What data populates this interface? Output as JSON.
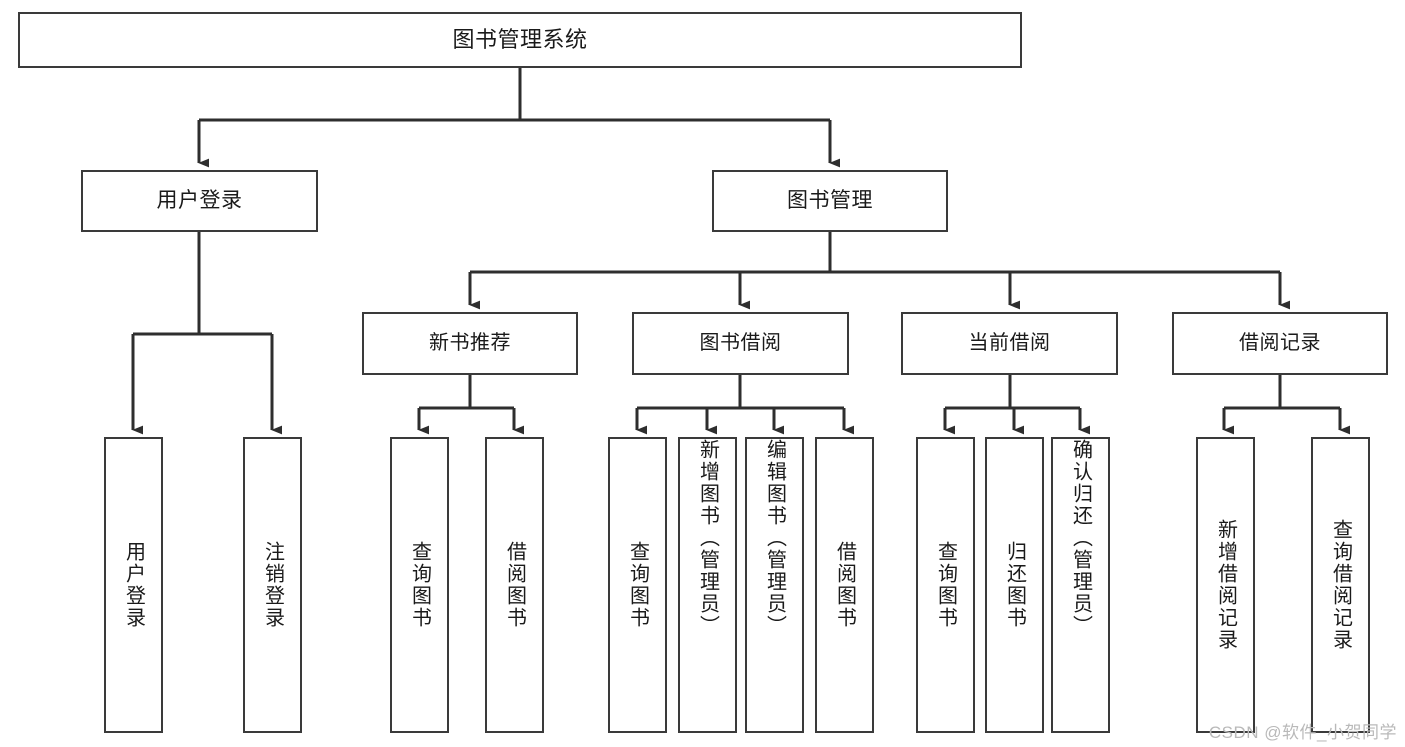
{
  "diagram": {
    "title": "图书管理系统",
    "type": "tree",
    "colors": {
      "box_border": "#3a3a3a",
      "box_fill": "#ffffff",
      "edge": "#2e2e2e",
      "text": "#1a1a1a",
      "watermark": "#b9b9b9",
      "background": "#ffffff"
    },
    "nodes": {
      "root": {
        "label": "图书管理系统"
      },
      "level2": [
        {
          "id": "user_login",
          "label": "用户登录"
        },
        {
          "id": "book_manage",
          "label": "图书管理"
        }
      ],
      "level3": [
        {
          "id": "new_book_rec",
          "label": "新书推荐"
        },
        {
          "id": "book_borrow",
          "label": "图书借阅"
        },
        {
          "id": "current_borrow",
          "label": "当前借阅"
        },
        {
          "id": "borrow_record",
          "label": "借阅记录"
        }
      ],
      "leaves": {
        "user_login": [
          {
            "id": "leaf_user_login",
            "label": "用户登录"
          },
          {
            "id": "leaf_user_logout",
            "label": "注销登录"
          }
        ],
        "new_book_rec": [
          {
            "id": "leaf_query_book_1",
            "label": "查询图书"
          },
          {
            "id": "leaf_borrow_book_1",
            "label": "借阅图书"
          }
        ],
        "book_borrow": [
          {
            "id": "leaf_query_book_2",
            "label": "查询图书"
          },
          {
            "id": "leaf_add_book",
            "label": "新增图书（管理员）"
          },
          {
            "id": "leaf_edit_book",
            "label": "编辑图书（管理员）"
          },
          {
            "id": "leaf_borrow_book_2",
            "label": "借阅图书"
          }
        ],
        "current_borrow": [
          {
            "id": "leaf_query_book_3",
            "label": "查询图书"
          },
          {
            "id": "leaf_return_book",
            "label": "归还图书"
          },
          {
            "id": "leaf_confirm_return",
            "label": "确认归还（管理员）"
          }
        ],
        "borrow_record": [
          {
            "id": "leaf_add_record",
            "label": "新增借阅记录"
          },
          {
            "id": "leaf_query_record",
            "label": "查询借阅记录"
          }
        ]
      }
    }
  },
  "watermark": {
    "text": "CSDN @软件_小贺同学"
  }
}
